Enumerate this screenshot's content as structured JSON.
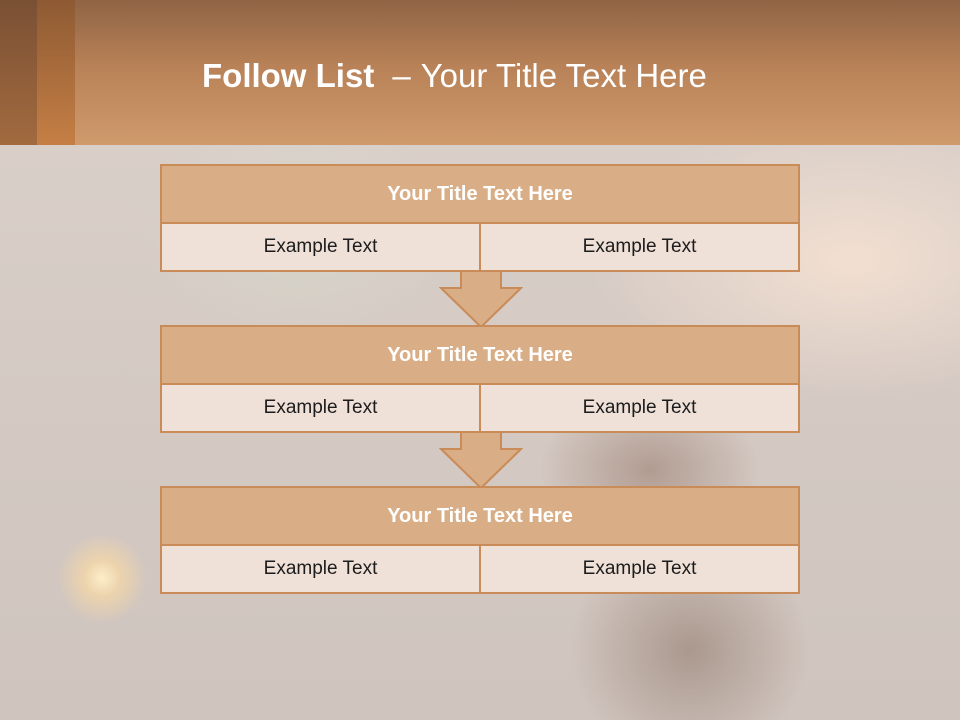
{
  "slide": {
    "title_bold": "Follow List",
    "title_dash": "–",
    "title_rest": "Your Title Text Here"
  },
  "blocks": [
    {
      "title": "Your Title Text Here",
      "cells": [
        "Example Text",
        "Example Text"
      ]
    },
    {
      "title": "Your Title Text Here",
      "cells": [
        "Example Text",
        "Example Text"
      ]
    },
    {
      "title": "Your Title Text Here",
      "cells": [
        "Example Text",
        "Example Text"
      ]
    }
  ],
  "colors": {
    "header": "#c08a5e",
    "block_title_fill": "#d9ae87",
    "block_row_fill": "#efe0d8",
    "border": "#c98b58",
    "arrow_fill": "#d9ae87"
  },
  "icons": [
    "down-arrow-icon",
    "down-arrow-icon"
  ]
}
